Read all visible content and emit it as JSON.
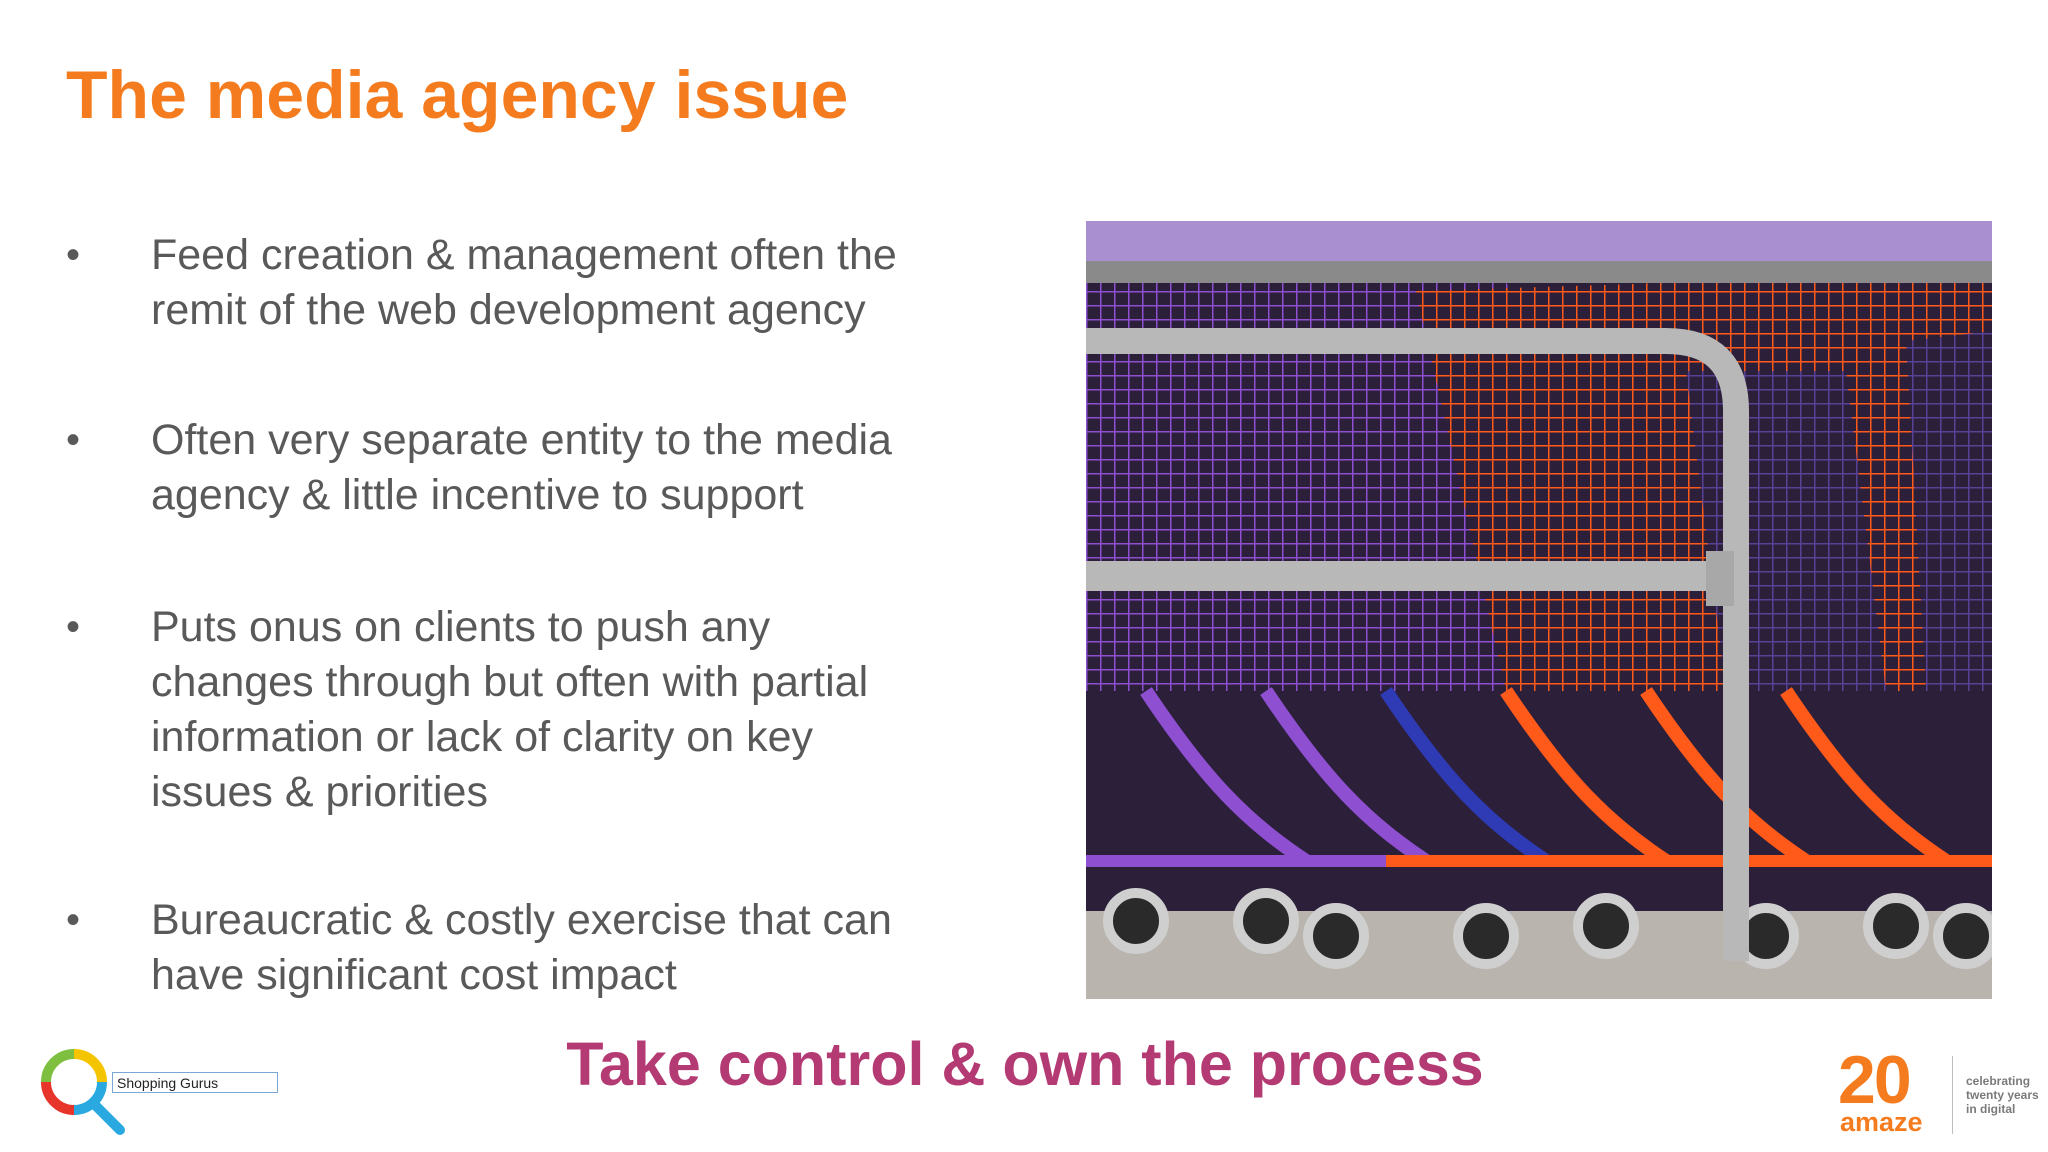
{
  "slide": {
    "title": "The media agency issue",
    "bullets": [
      "Feed creation & management often the\nremit of the web development agency",
      "Often very separate entity to the media\nagency & little incentive to support",
      "Puts onus on clients to push any\nchanges through but often with partial\ninformation or lack of clarity on key\nissues & priorities",
      "Bureaucratic & costly exercise that can\nhave significant cost impact"
    ],
    "bullet_marker": "•",
    "call_to_action": "Take control & own the process"
  },
  "logos": {
    "left": {
      "name": "Shopping Gurus",
      "icon": "magnifier-logo-icon"
    },
    "right": {
      "number": "20",
      "brand": "amaze",
      "tagline": "celebrating\ntwenty years\nin digital"
    }
  },
  "image": {
    "subject": "shopping-trolleys-photo"
  },
  "colors": {
    "title": "#f47c1e",
    "text": "#595959",
    "cta": "#b43a73",
    "trolley_purple": "#8e4fd1",
    "trolley_orange": "#ff5a1a",
    "trolley_blue": "#2f3bb5"
  }
}
